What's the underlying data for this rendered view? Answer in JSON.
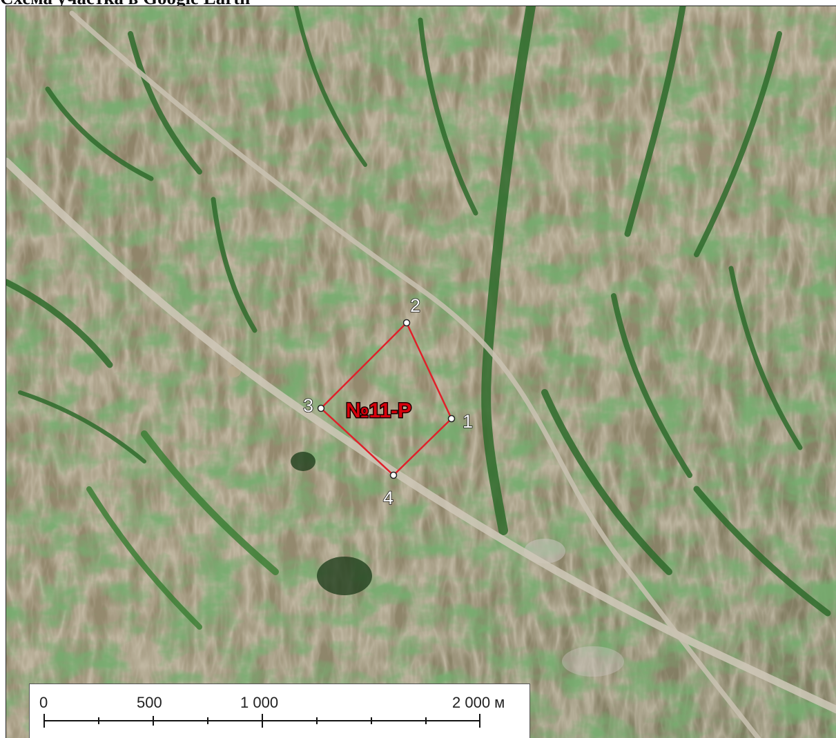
{
  "caption": "Схема участка в Google Earth",
  "site_label": "№11-Р",
  "points": [
    {
      "id": "1",
      "label": "1"
    },
    {
      "id": "2",
      "label": "2"
    },
    {
      "id": "3",
      "label": "3"
    },
    {
      "id": "4",
      "label": "4"
    }
  ],
  "scale": {
    "labels": [
      "0",
      "500",
      "1 000",
      "2 000 м"
    ]
  },
  "colors": {
    "terrain": "#8f8469",
    "vegetation": "#2f6f2a",
    "road": "#c8c2b3",
    "boundary": "#e0202a",
    "site_label": "#d8000c"
  }
}
